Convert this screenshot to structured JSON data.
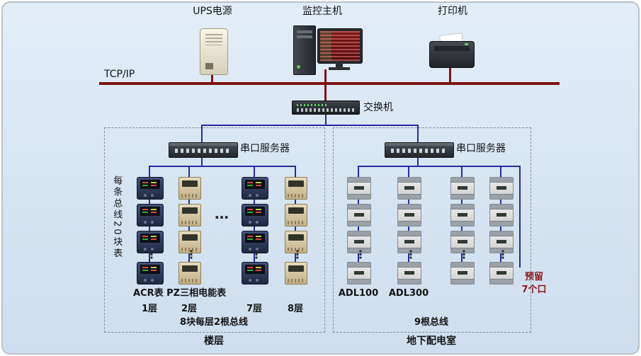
{
  "top": {
    "ups_label": "UPS电源",
    "host_label": "监控主机",
    "printer_label": "打印机"
  },
  "network": {
    "tcpip_label": "TCP/IP",
    "switch_label": "交换机"
  },
  "left_panel": {
    "server_label": "串口服务器",
    "bus_note": "每条总线20块表",
    "meter_types_label": "ACR表 PZ三相电能表",
    "floors": [
      "1层",
      "2层",
      "7层",
      "8层"
    ],
    "per_floor_note": "8块每层2根总线",
    "caption": "楼层"
  },
  "right_panel": {
    "server_label": "串口服务器",
    "device_labels": [
      "ADL100",
      "ADL300"
    ],
    "reserved_line1": "预留",
    "reserved_line2": "7个口",
    "bus_count_note": "9根总线",
    "caption": "地下配电室"
  },
  "symbols": {
    "v_ellipsis": "⋮",
    "h_ellipsis": "…"
  },
  "colors": {
    "background": "#d5e3f1",
    "bus_red": "#7c1315",
    "line_blue": "#2929a3",
    "reserved_text": "#8b1a1a"
  }
}
